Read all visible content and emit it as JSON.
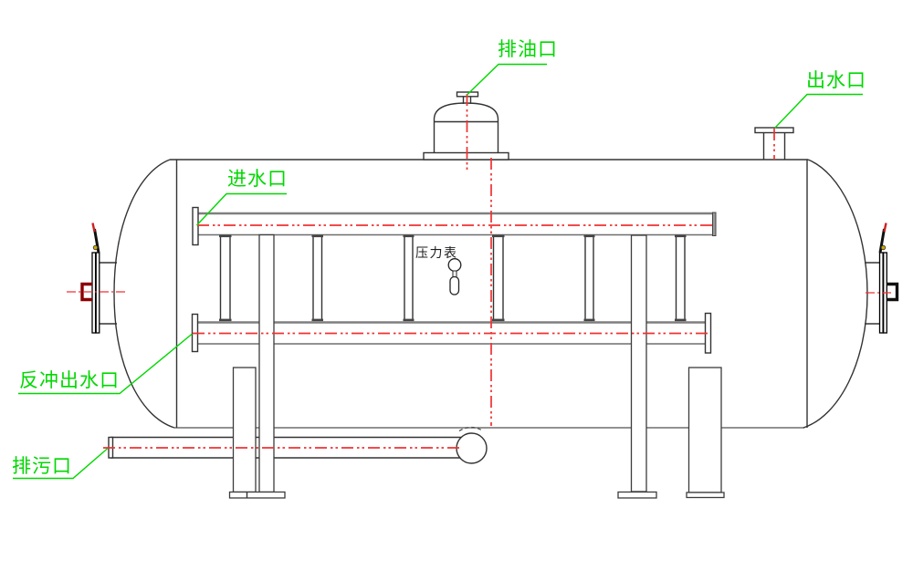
{
  "labels": {
    "oil_drain_port": "排油口",
    "water_outlet": "出水口",
    "water_inlet": "进水口",
    "backwash_water_outlet": "反冲出水口",
    "sewage_drain_port": "排污口",
    "pressure_gauge": "压力表"
  },
  "colors": {
    "label_green": "#00d800",
    "centerline_red": "#f03030",
    "pipe_gray": "#7f7f7f",
    "line_dark": "#333333",
    "background": "#ffffff"
  }
}
